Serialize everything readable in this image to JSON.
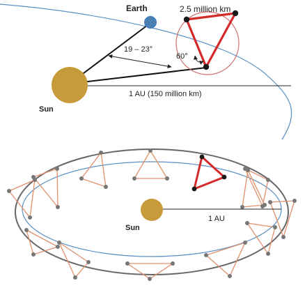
{
  "labels": {
    "earth": "Earth",
    "sun_top": "Sun",
    "sun_bottom": "Sun",
    "distance": "1 AU (150 million km)",
    "distance_bottom": "1 AU",
    "arm_length": "2.5 million km",
    "trail_angle": "19 – 23°",
    "triangle_angle": "60°"
  },
  "colors": {
    "sun": "#c79a3a",
    "earth": "#4a7fb5",
    "orbit": "#5a8fc4",
    "triangle": "#d42a2a",
    "triangle_faded": "#e0906a",
    "rotation_circle": "#d07070",
    "ellipse": "#666666",
    "vertex": "#777777",
    "vertex_main": "#1a1a1a"
  }
}
